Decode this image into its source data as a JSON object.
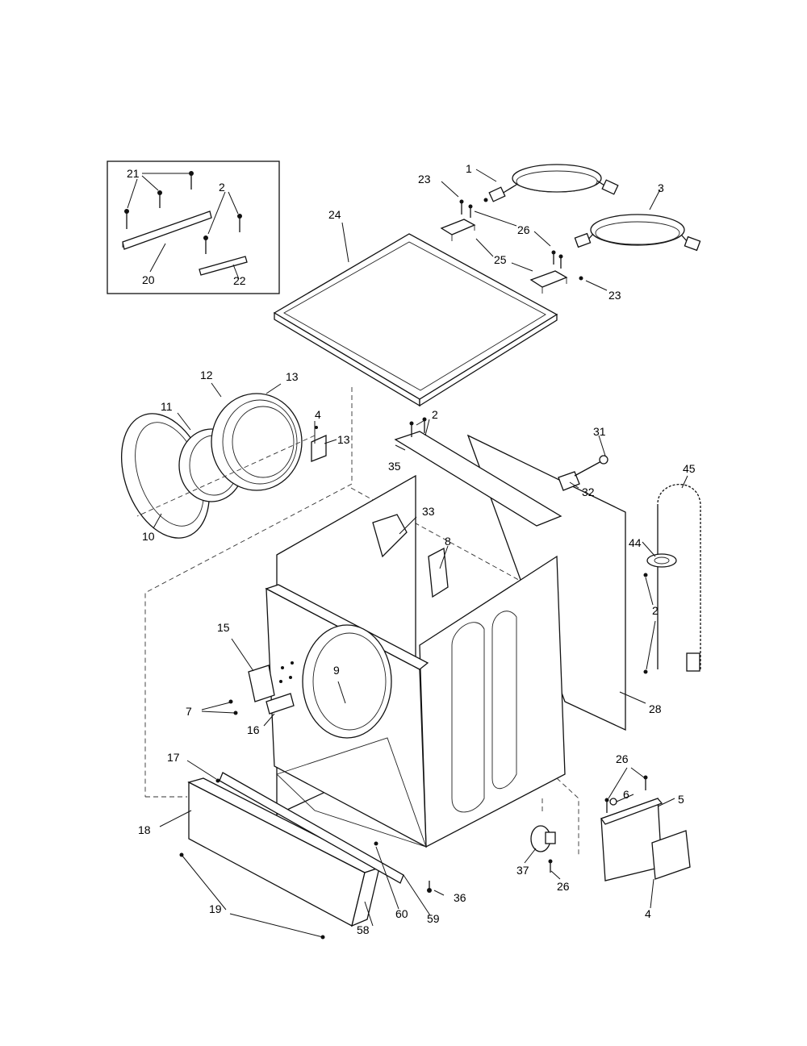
{
  "diagram": {
    "callouts": {
      "c1": "1",
      "c2_inset": "2",
      "c2_top": "2",
      "c2_rear": "2",
      "c3": "3",
      "c4_door": "4",
      "c4_bottom": "4",
      "c5": "5",
      "c6": "6",
      "c7": "7",
      "c8": "8",
      "c9": "9",
      "c10": "10",
      "c11": "11",
      "c12": "12",
      "c13_top": "13",
      "c13_hinge": "13",
      "c15": "15",
      "c16": "16",
      "c17": "17",
      "c18": "18",
      "c19": "19",
      "c20": "20",
      "c21": "21",
      "c22": "22",
      "c23_left": "23",
      "c23_right": "23",
      "c24": "24",
      "c25": "25",
      "c26_top": "26",
      "c26_right": "26",
      "c26_bottom": "26",
      "c28": "28",
      "c31": "31",
      "c32": "32",
      "c33": "33",
      "c35": "35",
      "c36": "36",
      "c37": "37",
      "c44": "44",
      "c45": "45",
      "c58": "58",
      "c59": "59",
      "c60": "60"
    }
  }
}
